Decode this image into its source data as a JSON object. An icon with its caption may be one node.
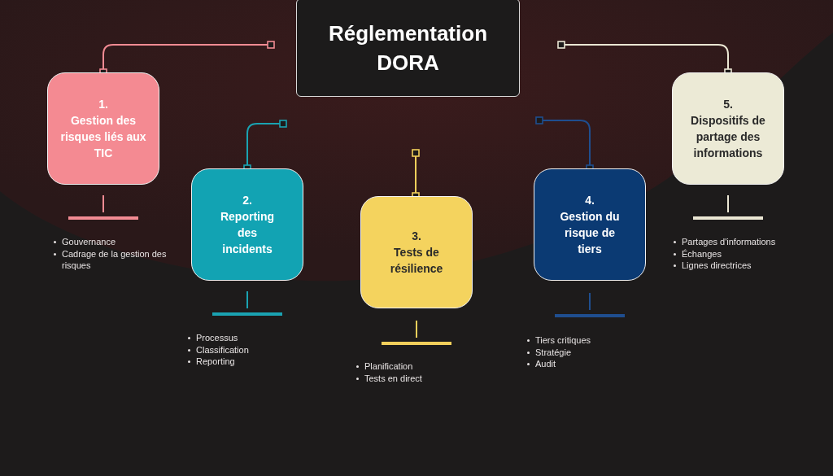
{
  "diagram": {
    "nodes": [
      {
        "text": [
          "Réglementation DORA"
        ]
      },
      {
        "text": [
          "1.",
          "Gestion des risques liés aux TIC"
        ],
        "beside": [
          "Gouvernance",
          "Cadrage de la gestion des risques"
        ]
      },
      {
        "text": [
          "2.",
          "Reporting des incidents"
        ],
        "beside": [
          "Processus",
          "Classification",
          "Reporting"
        ]
      },
      {
        "text": [
          "3.",
          "Tests de résilience"
        ],
        "beside": [
          "Planification",
          "Tests en direct"
        ]
      },
      {
        "text": [
          "4.",
          "Gestion du risque de tiers"
        ],
        "beside": [
          "Tiers critiques",
          "Stratégie",
          "Audit"
        ]
      },
      {
        "text": [
          "5.",
          "Dispositifs de partage des informations"
        ],
        "beside": [
          "Partages d'informations",
          "Échanges",
          "Lignes directrices"
        ]
      }
    ],
    "edges": [
      {
        "from": null,
        "to": 1,
        "arrow": "other",
        "color": "#f28b93"
      },
      {
        "from": null,
        "to": 2,
        "arrow": "other",
        "color": "#1aa3b2"
      },
      {
        "from": null,
        "to": 3,
        "arrow": "other",
        "color": "#f2cf5b"
      },
      {
        "from": null,
        "to": 4,
        "arrow": "other",
        "color": "#1f4e8f"
      },
      {
        "from": null,
        "to": 5,
        "arrow": "other",
        "color": "#ebe7d4"
      }
    ]
  }
}
